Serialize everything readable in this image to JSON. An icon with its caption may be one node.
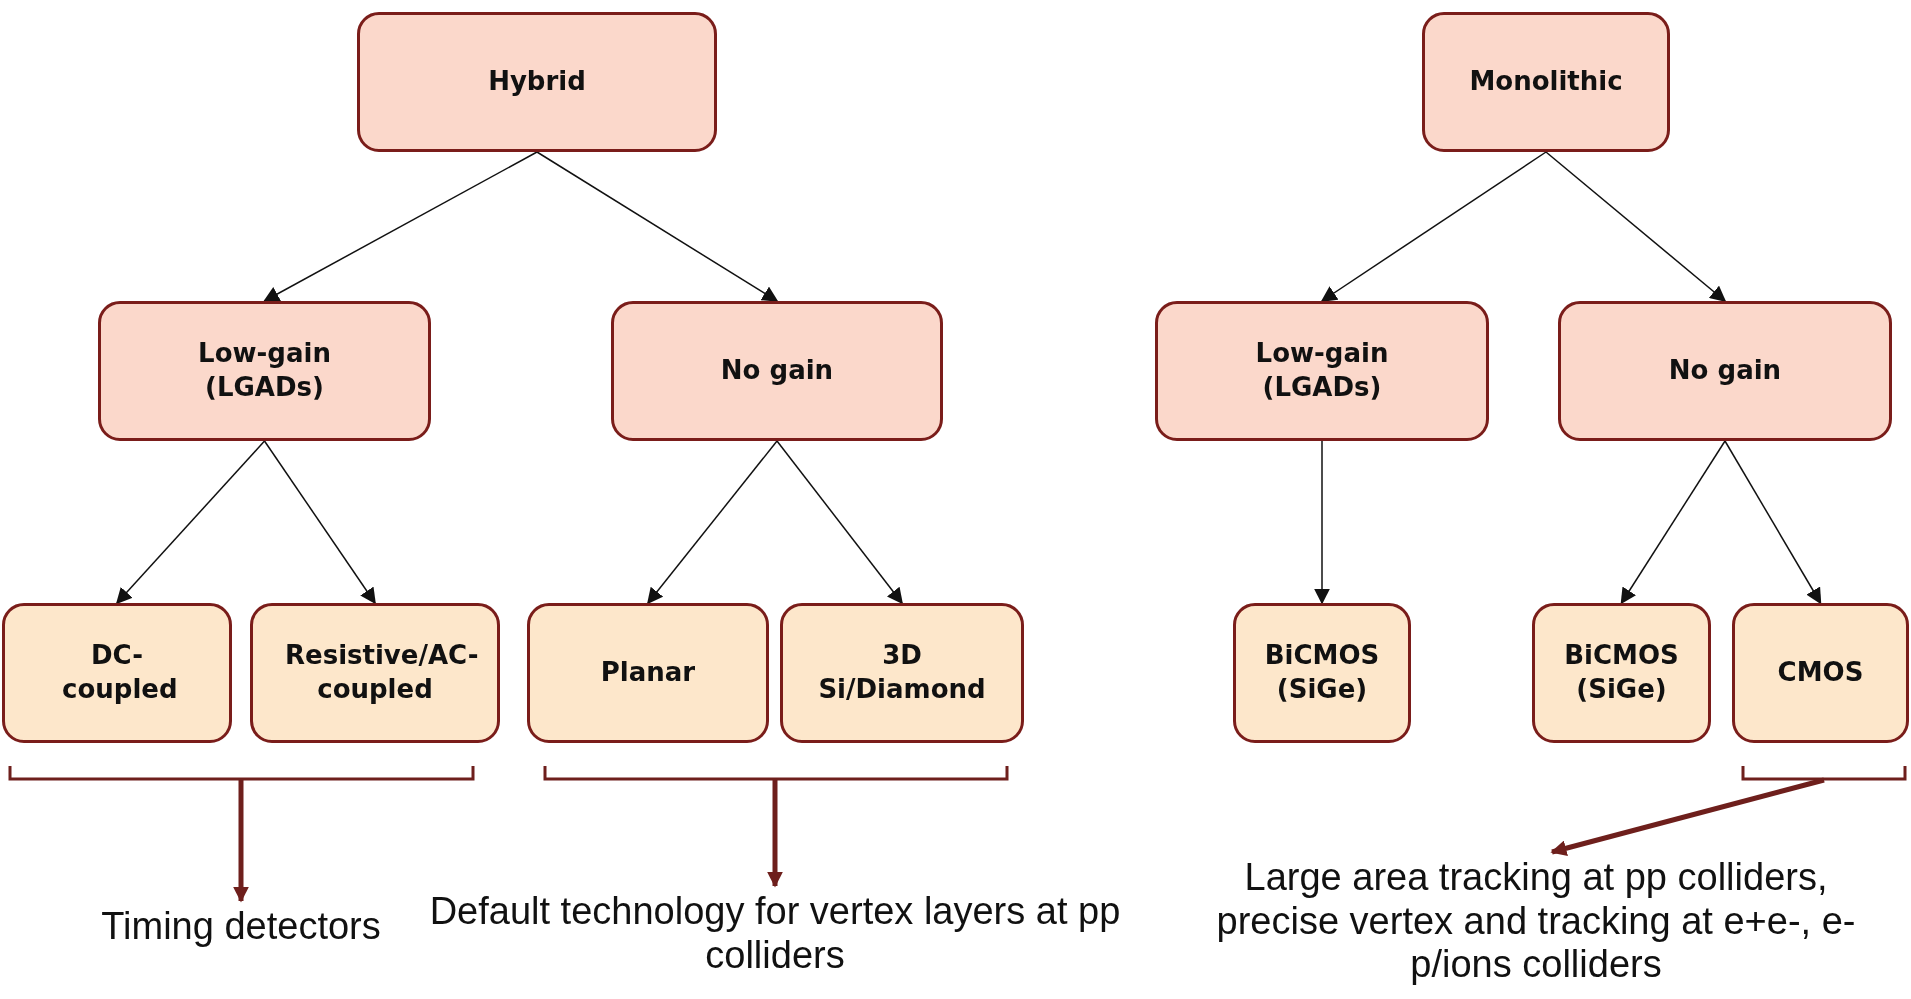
{
  "diagram": {
    "nodes": [
      {
        "text": [
          "Hybrid"
        ]
      },
      {
        "text": [
          "Monolithic"
        ]
      },
      {
        "text": [
          "Low-gain (LGADs)"
        ]
      },
      {
        "text": [
          "No gain"
        ]
      },
      {
        "text": [
          "Low-gain (LGADs)"
        ]
      },
      {
        "text": [
          "No gain"
        ]
      },
      {
        "text": [
          "DC-coupled"
        ]
      },
      {
        "text": [
          "Resistive/AC-coupled"
        ]
      },
      {
        "text": [
          "Planar"
        ]
      },
      {
        "text": [
          "3D Si/Diamond"
        ]
      },
      {
        "text": [
          "BiCMOS (SiGe)"
        ]
      },
      {
        "text": [
          "BiCMOS (SiGe)"
        ]
      },
      {
        "text": [
          "CMOS"
        ]
      },
      {
        "text": [
          "Timing detectors"
        ]
      },
      {
        "text": [
          "Default technology for vertex layers at pp colliders"
        ]
      },
      {
        "text": [
          "Large area tracking at pp colliders, precise vertex and tracking at e+e-, e-p/ions colliders"
        ]
      }
    ],
    "edges": [
      {
        "from": 0,
        "to": 2,
        "arrow": "to"
      },
      {
        "from": 0,
        "to": 3,
        "arrow": "to"
      },
      {
        "from": 1,
        "to": 4,
        "arrow": "to"
      },
      {
        "from": 1,
        "to": 5,
        "arrow": "to"
      },
      {
        "from": 2,
        "to": 6,
        "arrow": "to"
      },
      {
        "from": 2,
        "to": 7,
        "arrow": "to"
      },
      {
        "from": 3,
        "to": 8,
        "arrow": "to"
      },
      {
        "from": 3,
        "to": 9,
        "arrow": "to"
      },
      {
        "from": 4,
        "to": 10,
        "arrow": "to"
      },
      {
        "from": 5,
        "to": 11,
        "arrow": "to"
      },
      {
        "from": 5,
        "to": 12,
        "arrow": "to"
      },
      {
        "from": null,
        "to": 13,
        "arrow": "to",
        "style": "thick",
        "color": "#6e1f1c"
      },
      {
        "from": null,
        "to": 14,
        "arrow": "to",
        "style": "thick",
        "color": "#6e1f1c"
      },
      {
        "from": null,
        "to": 15,
        "arrow": "to",
        "style": "thick",
        "color": "#6e1f1c"
      }
    ]
  }
}
